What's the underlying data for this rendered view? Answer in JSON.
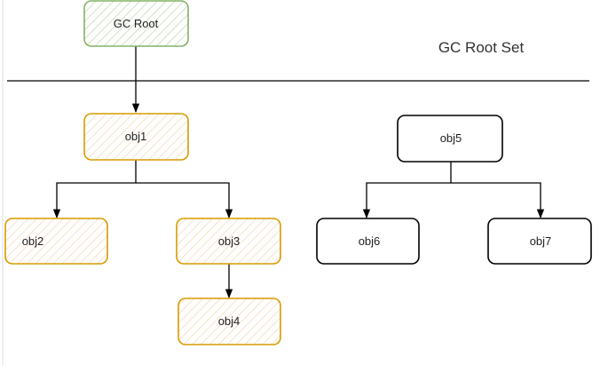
{
  "colors": {
    "root_fill": "#d5e8d4",
    "root_stroke": "#82b366",
    "reachable_fill": "#ffe6cc",
    "reachable_stroke": "#d79b00",
    "unreachable_fill": "#ffffff",
    "unreachable_stroke": "#000000"
  },
  "root_set_label": "GC Root Set",
  "nodes": {
    "gc_root": "GC Root",
    "obj1": "obj1",
    "obj2": "obj2",
    "obj3": "obj3",
    "obj4": "obj4",
    "obj5": "obj5",
    "obj6": "obj6",
    "obj7": "obj7"
  }
}
